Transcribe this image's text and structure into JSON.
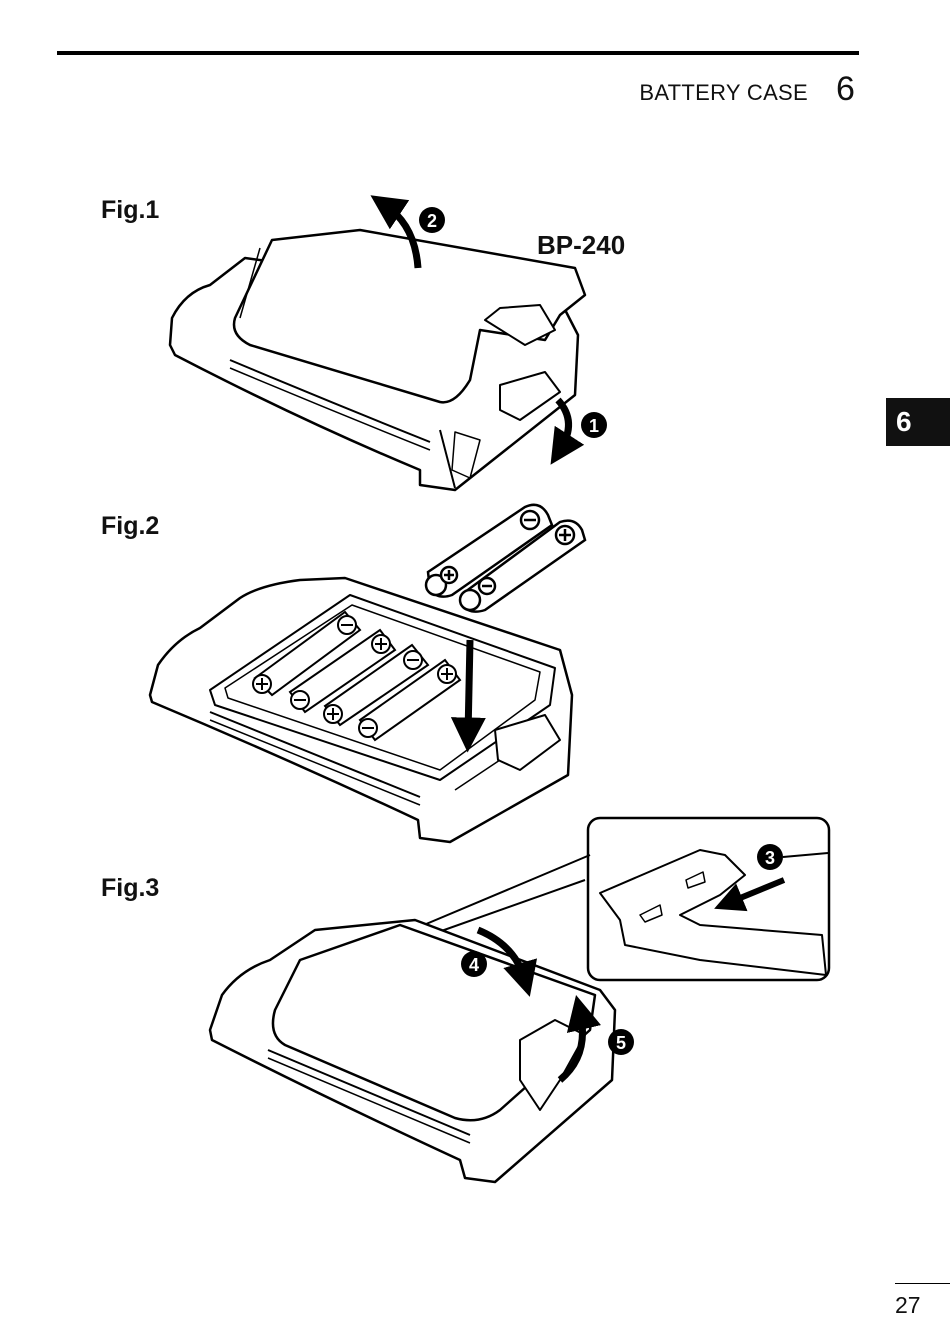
{
  "header": {
    "section_title": "BATTERY CASE",
    "section_number": "6"
  },
  "side_tab": {
    "label": "6"
  },
  "figures": [
    {
      "label": "Fig.1",
      "model": "BP-240",
      "steps": [
        "1",
        "2"
      ]
    },
    {
      "label": "Fig.2"
    },
    {
      "label": "Fig.3",
      "steps": [
        "3",
        "4",
        "5"
      ]
    }
  ],
  "footer": {
    "page_number": "27"
  }
}
